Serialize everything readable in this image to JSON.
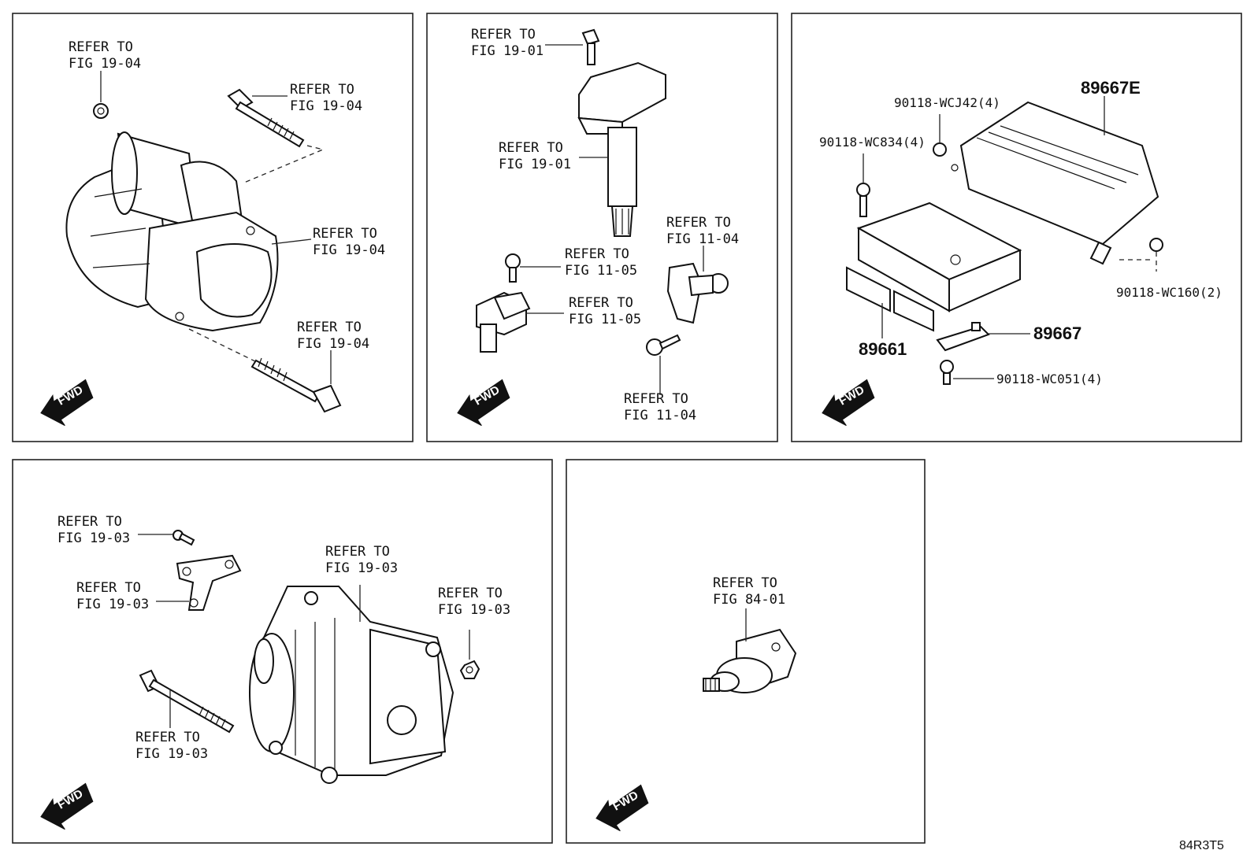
{
  "panels": {
    "starter": {
      "labels": [
        "REFER TO",
        "FIG 19-04",
        "REFER TO",
        "FIG 19-04",
        "REFER TO",
        "FIG 19-04",
        "REFER TO",
        "FIG 19-04"
      ],
      "fwd": "FWD"
    },
    "ignition": {
      "labels": [
        "REFER TO",
        "FIG 19-01",
        "REFER TO",
        "FIG 19-01",
        "REFER TO",
        "FIG 11-05",
        "REFER TO",
        "FIG 11-05",
        "REFER TO",
        "FIG 11-04",
        "REFER TO",
        "FIG 11-04"
      ],
      "fwd": "FWD"
    },
    "ecu": {
      "part_numbers": [
        "89667E",
        "90118-WCJ42(4)",
        "90118-WC834(4)",
        "90118-WC160(2)",
        "89667",
        "89661",
        "90118-WC051(4)"
      ],
      "fwd": "FWD"
    },
    "alternator": {
      "labels": [
        "REFER TO",
        "FIG 19-03",
        "REFER TO",
        "FIG 19-03",
        "REFER TO",
        "FIG 19-03",
        "REFER TO",
        "FIG 19-03",
        "REFER TO",
        "FIG 19-03"
      ],
      "fwd": "FWD"
    },
    "sensor": {
      "labels": [
        "REFER TO",
        "FIG 84-01"
      ],
      "fwd": "FWD"
    }
  },
  "figure_code": "84R3T5"
}
